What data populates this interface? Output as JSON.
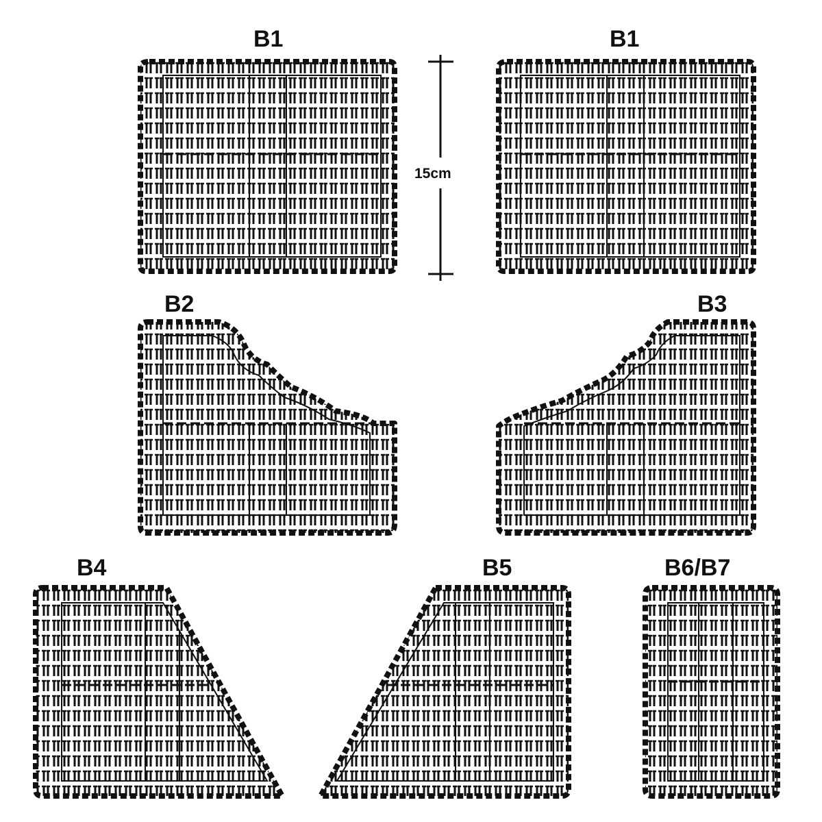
{
  "pieces": [
    {
      "id": "b1-left",
      "label": "B1",
      "shape": "rect"
    },
    {
      "id": "b1-right",
      "label": "B1",
      "shape": "rect"
    },
    {
      "id": "b2",
      "label": "B2",
      "shape": "notch-right"
    },
    {
      "id": "b3",
      "label": "B3",
      "shape": "notch-left"
    },
    {
      "id": "b4",
      "label": "B4",
      "shape": "slant-right"
    },
    {
      "id": "b5",
      "label": "B5",
      "shape": "slant-left"
    },
    {
      "id": "b6-b7",
      "label": "B6/B7",
      "shape": "rect"
    }
  ],
  "dimension": {
    "label": "15cm"
  },
  "colors": {
    "ink": "#111111",
    "paper": "#ffffff"
  }
}
